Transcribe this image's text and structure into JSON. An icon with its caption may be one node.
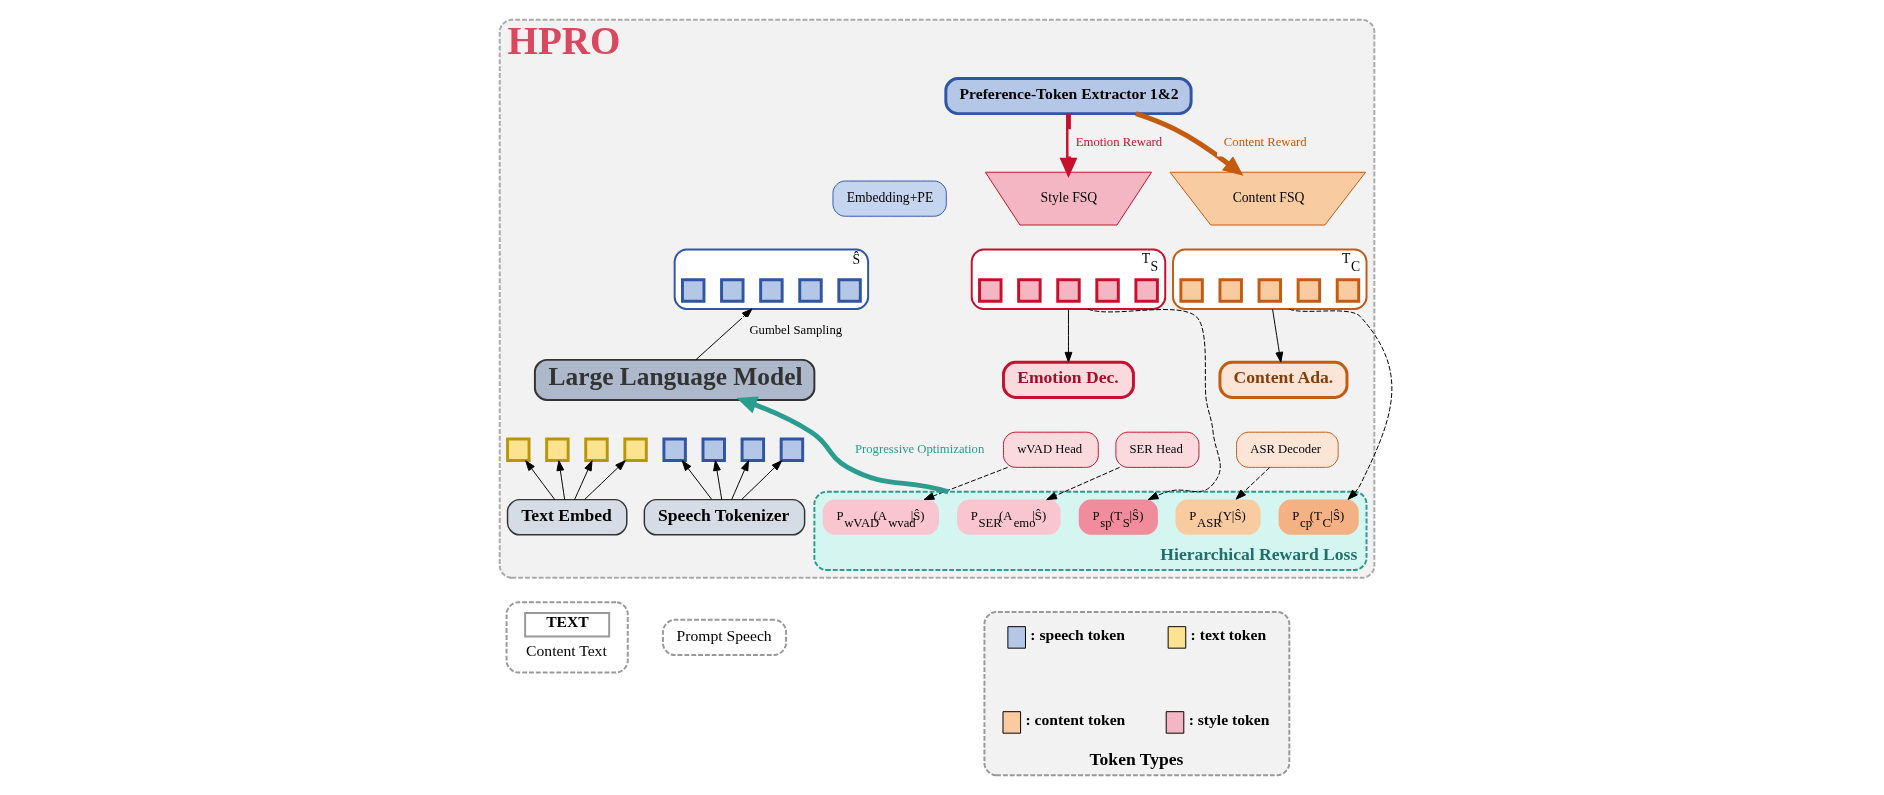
{
  "diagram": {
    "nodes": [
      {
        "text": [
          "HPRO"
        ]
      },
      {
        "text": [
          "Preference-Token Extractor 1&2"
        ],
        "in": 0
      },
      {
        "text": [
          "Embedding+PE"
        ],
        "in": 0
      },
      {
        "text": [],
        "shape": "box",
        "in": 0,
        "beside": [
          "Ŝ"
        ]
      },
      {
        "text": [],
        "shape": "box",
        "in": 3
      },
      {
        "text": [],
        "shape": "box",
        "in": 3
      },
      {
        "text": [],
        "shape": "box",
        "in": 3
      },
      {
        "text": [],
        "shape": "box",
        "in": 3
      },
      {
        "text": [],
        "shape": "box",
        "in": 3
      },
      {
        "text": [
          "Large Language Model"
        ],
        "in": 0
      },
      {
        "text": [],
        "shape": "box",
        "in": 0
      },
      {
        "text": [],
        "shape": "box",
        "in": 0
      },
      {
        "text": [],
        "shape": "box",
        "in": 0
      },
      {
        "text": [],
        "shape": "box",
        "in": 0
      },
      {
        "text": [],
        "shape": "box",
        "in": 0
      },
      {
        "text": [],
        "shape": "box",
        "in": 0
      },
      {
        "text": [],
        "shape": "box",
        "in": 0
      },
      {
        "text": [],
        "shape": "box",
        "in": 0
      },
      {
        "text": [
          "Text Embed"
        ],
        "in": 0
      },
      {
        "text": [
          "Speech Tokenizer"
        ],
        "in": 0
      },
      {
        "text": [
          "Style FSQ"
        ],
        "in": 0
      },
      {
        "text": [],
        "shape": "box",
        "in": 0,
        "beside": [
          "T$_{S}$"
        ]
      },
      {
        "text": [],
        "shape": "box",
        "in": 21
      },
      {
        "text": [],
        "shape": "box",
        "in": 21
      },
      {
        "text": [],
        "shape": "box",
        "in": 21
      },
      {
        "text": [],
        "shape": "box",
        "in": 21
      },
      {
        "text": [],
        "shape": "box",
        "in": 21
      },
      {
        "text": [
          "Content FSQ"
        ],
        "in": 0
      },
      {
        "text": [],
        "shape": "box",
        "in": 0,
        "beside": [
          "T$_{C}$"
        ]
      },
      {
        "text": [],
        "shape": "box",
        "in": 28
      },
      {
        "text": [],
        "shape": "box",
        "in": 28
      },
      {
        "text": [],
        "shape": "box",
        "in": 28
      },
      {
        "text": [],
        "shape": "box",
        "in": 28
      },
      {
        "text": [],
        "shape": "box",
        "in": 28
      },
      {
        "text": [
          "Emotion Dec."
        ],
        "in": 0
      },
      {
        "text": [
          "Content Ada."
        ],
        "in": 0
      },
      {
        "text": [
          "wVAD Head"
        ],
        "in": 0
      },
      {
        "text": [
          "SER Head"
        ],
        "in": 0
      },
      {
        "text": [
          "ASR Decoder"
        ],
        "in": 0
      },
      {
        "text": [
          "Hierarchical Reward Loss"
        ],
        "in": 0
      },
      {
        "text": [
          "P$_{sp}$(T$_{S}$|Ŝ)"
        ],
        "in": 39
      },
      {
        "text": [
          "P$_{wVAD}$(A$_{wvad}$|Ŝ)"
        ],
        "in": 39
      },
      {
        "text": [
          "P$_{SER}$(A$_{emo}$|Ŝ)"
        ],
        "in": 39
      },
      {
        "text": [
          "P$_{cp}$(T$_{C}$|Ŝ)"
        ],
        "in": 39
      },
      {
        "text": [
          "P$_{ASR}$(Y|Ŝ)"
        ],
        "in": 39
      },
      {
        "text": [
          "TEXT",
          "Content Text"
        ]
      },
      {
        "text": [
          "Prompt Speech"
        ]
      },
      {
        "text": [
          "Token Types"
        ]
      }
    ],
    "edges": [
      {
        "from": 9,
        "to": 3,
        "arrow": "to",
        "label": "Gumbel Sampling"
      },
      {
        "from": 1,
        "to": 20,
        "arrow": "to",
        "label": "Emotion Reward",
        "style": "thick",
        "color": "#c8102e"
      },
      {
        "from": 1,
        "to": 27,
        "arrow": "to",
        "label": "Content Reward",
        "style": "thick",
        "color": "#c55a11"
      },
      {
        "from": 21,
        "to": 34,
        "arrow": "to"
      },
      {
        "from": 28,
        "to": 35,
        "arrow": "to"
      },
      {
        "from": 21,
        "to": 40,
        "arrow": "to",
        "style": "dashed"
      },
      {
        "from": 28,
        "to": 43,
        "arrow": "to",
        "style": "dashed"
      },
      {
        "from": 36,
        "to": 41,
        "arrow": "to",
        "style": "dashed"
      },
      {
        "from": 37,
        "to": 42,
        "arrow": "to",
        "style": "dashed"
      },
      {
        "from": 38,
        "to": 44,
        "arrow": "to",
        "style": "dashed"
      },
      {
        "from": 18,
        "to": 10,
        "arrow": "to"
      },
      {
        "from": 18,
        "to": 11,
        "arrow": "to"
      },
      {
        "from": 18,
        "to": 12,
        "arrow": "to"
      },
      {
        "from": 18,
        "to": 13,
        "arrow": "to"
      },
      {
        "from": 19,
        "to": 14,
        "arrow": "to"
      },
      {
        "from": 19,
        "to": 15,
        "arrow": "to"
      },
      {
        "from": 19,
        "to": 16,
        "arrow": "to"
      },
      {
        "from": 19,
        "to": 17,
        "arrow": "to"
      },
      {
        "from": 39,
        "to": 9,
        "arrow": "to",
        "label": "Progressive Optimization",
        "style": "thick",
        "color": "#2a9d8f"
      }
    ],
    "legend": [
      {
        "text": ": text token",
        "color": "#fbe38f"
      },
      {
        "text": ": speech token",
        "color": "#b4c7e7"
      },
      {
        "text": ": style token",
        "color": "#f4b6c2"
      },
      {
        "text": ": content token",
        "color": "#f8cba0"
      }
    ]
  }
}
